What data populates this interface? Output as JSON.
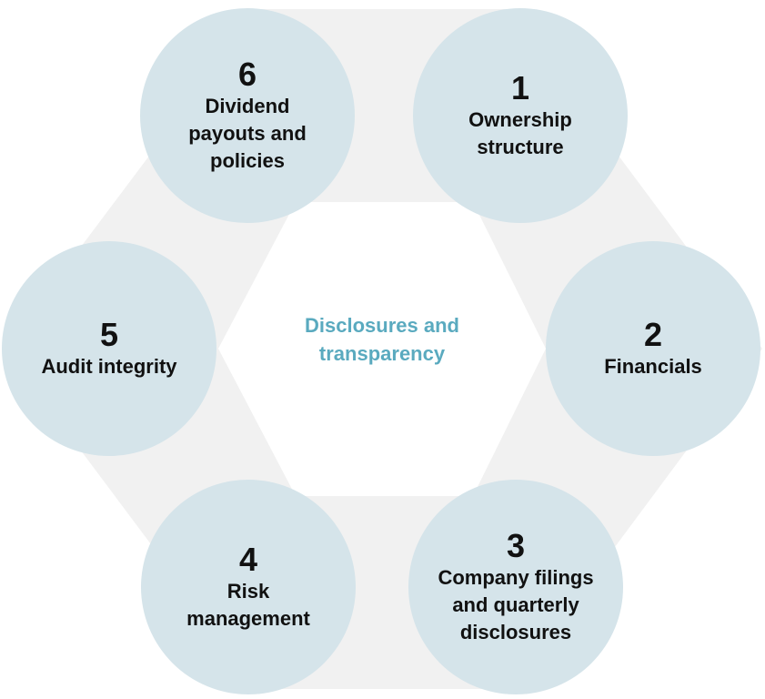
{
  "center_title": "Disclosures and transparency",
  "colors": {
    "band": "#f1f1f1",
    "circle": "#d5e4ea",
    "center_text": "#5aaabf"
  },
  "nodes": [
    {
      "number": "1",
      "label": "Ownership structure"
    },
    {
      "number": "2",
      "label": "Financials"
    },
    {
      "number": "3",
      "label": "Company filings and quarterly disclosures"
    },
    {
      "number": "4",
      "label": "Risk management"
    },
    {
      "number": "5",
      "label": "Audit integrity"
    },
    {
      "number": "6",
      "label": "Dividend payouts and policies"
    }
  ]
}
